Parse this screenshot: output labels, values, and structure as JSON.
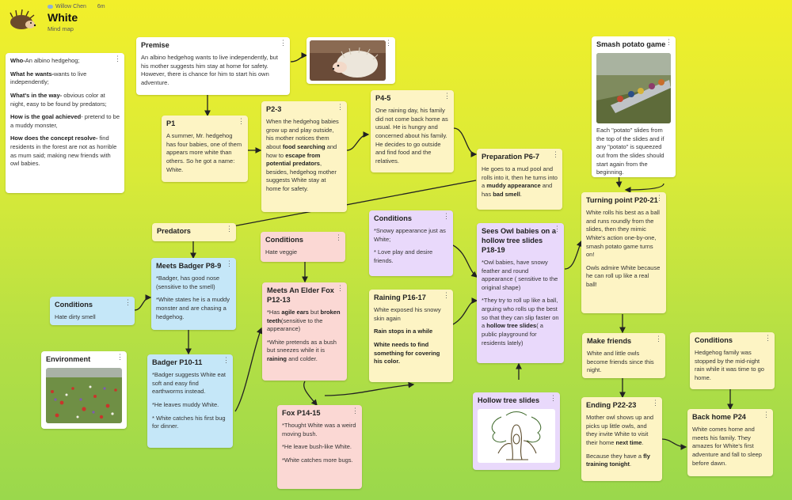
{
  "header": {
    "user": "Willow Chen",
    "time": "6m",
    "title": "White",
    "subtitle": "Mind map"
  },
  "nodes": {
    "summary": {
      "who_b": "Who-",
      "who": "An albino hedgehog;",
      "want_b": "What he wants-",
      "want": "wants to live independently;",
      "way_b": "What's in the way-",
      "way": " obvious color at night, easy to be found by predators;",
      "goal_b": "How is the goal achieved",
      "goal": "- pretend to be a muddy monster,",
      "resolve_b": "How does the concept resolve-",
      "resolve": " find residents in the forest are not as horrible as mum said; making new friends with owl babies."
    },
    "premise": {
      "title": "Premise",
      "text": "An albino hedgehog wants to live independently, but his mother suggests him stay at home for safety. However, there is chance for him to start his own adventure."
    },
    "p1": {
      "title": "P1",
      "text": "A summer, Mr. hedgehog has four babies, one of them appears more white than others. So he got a name: White."
    },
    "p23": {
      "title": "P2-3",
      "t1": "When the hedgehog babies grow up and play outside, his mother notices them about ",
      "b1": "food searching",
      "t2": " and how to ",
      "b2": "escape from potential predators",
      "t3": ", besides, hedgehog mother suggests White stay at home for safety."
    },
    "p45": {
      "title": "P4-5",
      "text": "One raining day, his family did not come back home as usual. He is hungry and concerned about his family. He decides to go outside and find food and the relatives."
    },
    "prep": {
      "title": "Preparation P6-7",
      "t1": "He goes to a mud pool and rolls into it, then he turns into a ",
      "b1": "muddy appearance",
      "t2": " and has ",
      "b2": "bad smell",
      "t3": "."
    },
    "smash": {
      "title": "Smash potato game",
      "text": "Each \"potato\" slides from the top of the slides and if any \"potato\" is squeezed out from the slides should start again from the beginning."
    },
    "turning": {
      "title": "Turning point P20-21",
      "p1": "White rolls his best as a ball and runs roundly from the slides, then they mimic White's action one-by-one, smash potato game turns on!",
      "p2": "Owls admire White because he can roll up like a real ball!"
    },
    "predators": {
      "title": "Predators"
    },
    "cond_veggie": {
      "title": "Conditions",
      "text": "Hate veggie"
    },
    "cond_snowy": {
      "title": "Conditions",
      "p1": "*Snowy appearance just as White;",
      "p2": "* Love play and desire friends."
    },
    "owl": {
      "title": "Sees Owl babies on a hollow tree slides P18-19",
      "p1": "*Owl babies, have snowy feather and round appearance ( sensitive to the original shape)",
      "p2a": "*They try to roll up like a ball, arguing who rolls up the best so that they can slip faster on a ",
      "p2b": "hollow tree slides",
      "p2c": "( a public playground for residents lately)"
    },
    "badger89": {
      "title": "Meets Badger P8-9",
      "p1": "*Badger, has good nose (sensitive to the smell)",
      "p2": "*White states he is a muddy monster and are chasing a hedgehog."
    },
    "cond_dirty": {
      "title": "Conditions",
      "text": "Hate dirty smell"
    },
    "elderfox": {
      "title": "Meets An Elder Fox P12-13",
      "p1a": "*Has ",
      "p1b": "agile ears",
      "p1c": " but ",
      "p1d": "broken teeth",
      "p1e": "(sensitive to the appearance)",
      "p2a": "*White pretends as a bush but sneezes while it is ",
      "p2b": "raining",
      "p2c": " and colder."
    },
    "raining": {
      "title": "Raining P16-17",
      "p1": "White exposed his snowy skin again",
      "p2": "Rain stops in a while",
      "p3": "White needs to find something for covering his color."
    },
    "environment": {
      "title": "Environment"
    },
    "badger1011": {
      "title": "Badger P10-11",
      "p1": "*Badger suggests White eat soft and easy find earthworms instead.",
      "p2": "*He leaves muddy White.",
      "p3": "* White catches his first bug for dinner."
    },
    "fox1415": {
      "title": "Fox P14-15",
      "p1": "*Thought White was a weird moving bush.",
      "p2": "*He leave bush-like White.",
      "p3": "*White catches more bugs."
    },
    "hollow": {
      "title": "Hollow tree slides"
    },
    "friends": {
      "title": "Make friends",
      "text": "White and little owls become friends since this night."
    },
    "cond_home": {
      "title": "Conditions",
      "text": "Hedgehog family was stopped by the mid-night rain while it was time to go home."
    },
    "ending": {
      "title": "Ending P22-23",
      "t1": "Mother owl shows up and picks up little owls, and they invite White to visit their home ",
      "b1": "next time",
      "t2": ".",
      "p2a": "Because they have a ",
      "p2b": "fly training tonight",
      "p2c": "."
    },
    "home": {
      "title": "Back home P24",
      "text": "White comes home and meets his family. They amazes for White's first adventure and fall to sleep before dawn."
    }
  },
  "menu_glyph": "⋮",
  "colors": {
    "white": "#ffffff",
    "yellow": "#fdf4c4",
    "blue": "#c5e7f8",
    "pink": "#fbd8d4",
    "purple": "#e9d9fb"
  }
}
